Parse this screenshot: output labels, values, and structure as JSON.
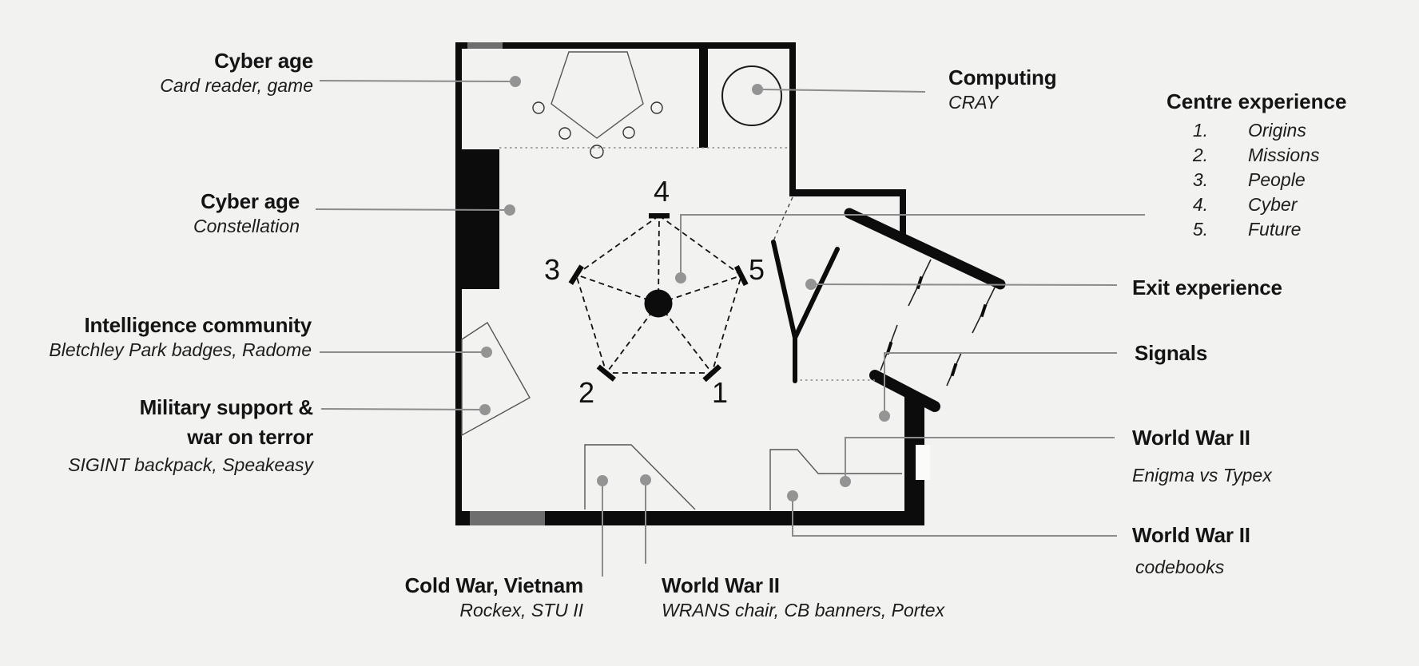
{
  "plan": {
    "zone_numbers": [
      "1",
      "2",
      "3",
      "4",
      "5"
    ],
    "colors": {
      "background": "#f2f2f0",
      "wall": "#0c0c0c",
      "gray_wall_segment": "#6e6e6e",
      "connector_line": "#8c8c8c",
      "connector_dot": "#949494",
      "thin_outline": "#555555"
    }
  },
  "labels": {
    "cyber_age_game": {
      "title": "Cyber age",
      "subtitle": "Card reader, game"
    },
    "cyber_age_constellation": {
      "title": "Cyber age",
      "subtitle": "Constellation"
    },
    "intelligence_community": {
      "title": "Intelligence community",
      "subtitle": "Bletchley Park badges, Radome"
    },
    "military_support": {
      "title_line1": "Military support &",
      "title_line2": "war on terror",
      "subtitle": "SIGINT backpack, Speakeasy"
    },
    "cold_war": {
      "title": "Cold War, Vietnam",
      "subtitle": "Rockex, STU II"
    },
    "wwii_wrans": {
      "title": "World War II",
      "subtitle": "WRANS chair, CB banners, Portex"
    },
    "computing": {
      "title": "Computing",
      "subtitle": "CRAY"
    },
    "centre_experience": {
      "title": "Centre experience",
      "items": [
        {
          "num": "1.",
          "text": "Origins"
        },
        {
          "num": "2.",
          "text": "Missions"
        },
        {
          "num": "3.",
          "text": "People"
        },
        {
          "num": "4.",
          "text": "Cyber"
        },
        {
          "num": "5.",
          "text": "Future"
        }
      ]
    },
    "exit_experience": {
      "title": "Exit experience"
    },
    "signals": {
      "title": "Signals"
    },
    "wwii_enigma": {
      "title": "World War II",
      "subtitle": "Enigma vs Typex"
    },
    "wwii_codebooks": {
      "title": "World War II",
      "subtitle": "codebooks"
    }
  }
}
